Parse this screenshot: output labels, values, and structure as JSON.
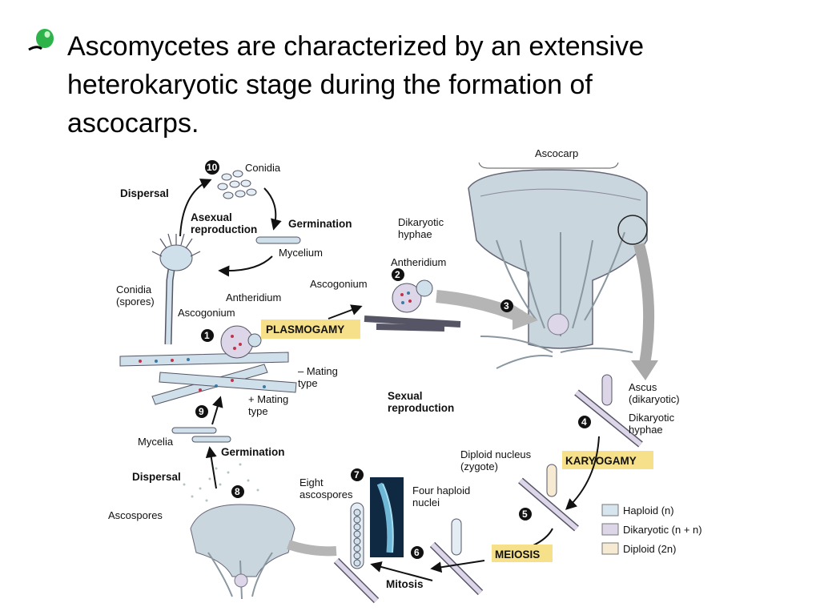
{
  "slide": {
    "bullet_lines": [
      "Ascomycetes are characterized by an extensive",
      "heterokaryotic stage during the formation of",
      "ascocarps."
    ],
    "bullet_icon": "green-ball-bullet-icon",
    "accent_color": "#2db34a"
  },
  "diagram": {
    "labels": {
      "ascocarp": "Ascocarp",
      "conidia_top": "Conidia",
      "dispersal_top": "Dispersal",
      "asexual_1": "Asexual",
      "asexual_2": "reproduction",
      "germination_top": "Germination",
      "mycelium": "Mycelium",
      "conidia_spores_1": "Conidia",
      "conidia_spores_2": "(spores)",
      "antheridium_left": "Antheridium",
      "ascogonium_left": "Ascogonium",
      "plasmogamy": "PLASMOGAMY",
      "dikaryotic_hyphae_1": "Dikaryotic",
      "dikaryotic_hyphae_2": "hyphae",
      "antheridium_mid": "Antheridium",
      "ascogonium_mid": "Ascogonium",
      "minus_mating_1": "– Mating",
      "minus_mating_2": "type",
      "plus_mating_1": "+ Mating",
      "plus_mating_2": "type",
      "sexual_1": "Sexual",
      "sexual_2": "reproduction",
      "ascus_1": "Ascus",
      "ascus_2": "(dikaryotic)",
      "dikaryotic_right_1": "Dikaryotic",
      "dikaryotic_right_2": "hyphae",
      "mycelia": "Mycelia",
      "germination_bottom": "Germination",
      "diploid_1": "Diploid nucleus",
      "diploid_2": "(zygote)",
      "karyogamy": "KARYOGAMY",
      "dispersal_bottom": "Dispersal",
      "eight_1": "Eight",
      "eight_2": "ascospores",
      "four_1": "Four haploid",
      "four_2": "nuclei",
      "ascospores": "Ascospores",
      "meiosis": "MEIOSIS",
      "mitosis": "Mitosis"
    },
    "steps": [
      "1",
      "2",
      "3",
      "4",
      "5",
      "6",
      "7",
      "8",
      "9",
      "10"
    ],
    "legend": [
      {
        "label": "Haploid (n)",
        "color": "#d7e6ee"
      },
      {
        "label": "Dikaryotic (n + n)",
        "color": "#dcd6e8"
      },
      {
        "label": "Diploid (2n)",
        "color": "#f6ead3"
      }
    ],
    "colors": {
      "highlight": "#f6e08a",
      "hypha_fill": "#cfe0ea",
      "ascocarp_fill": "#c9d6de",
      "arrow_gray": "#a9a9a9"
    }
  }
}
